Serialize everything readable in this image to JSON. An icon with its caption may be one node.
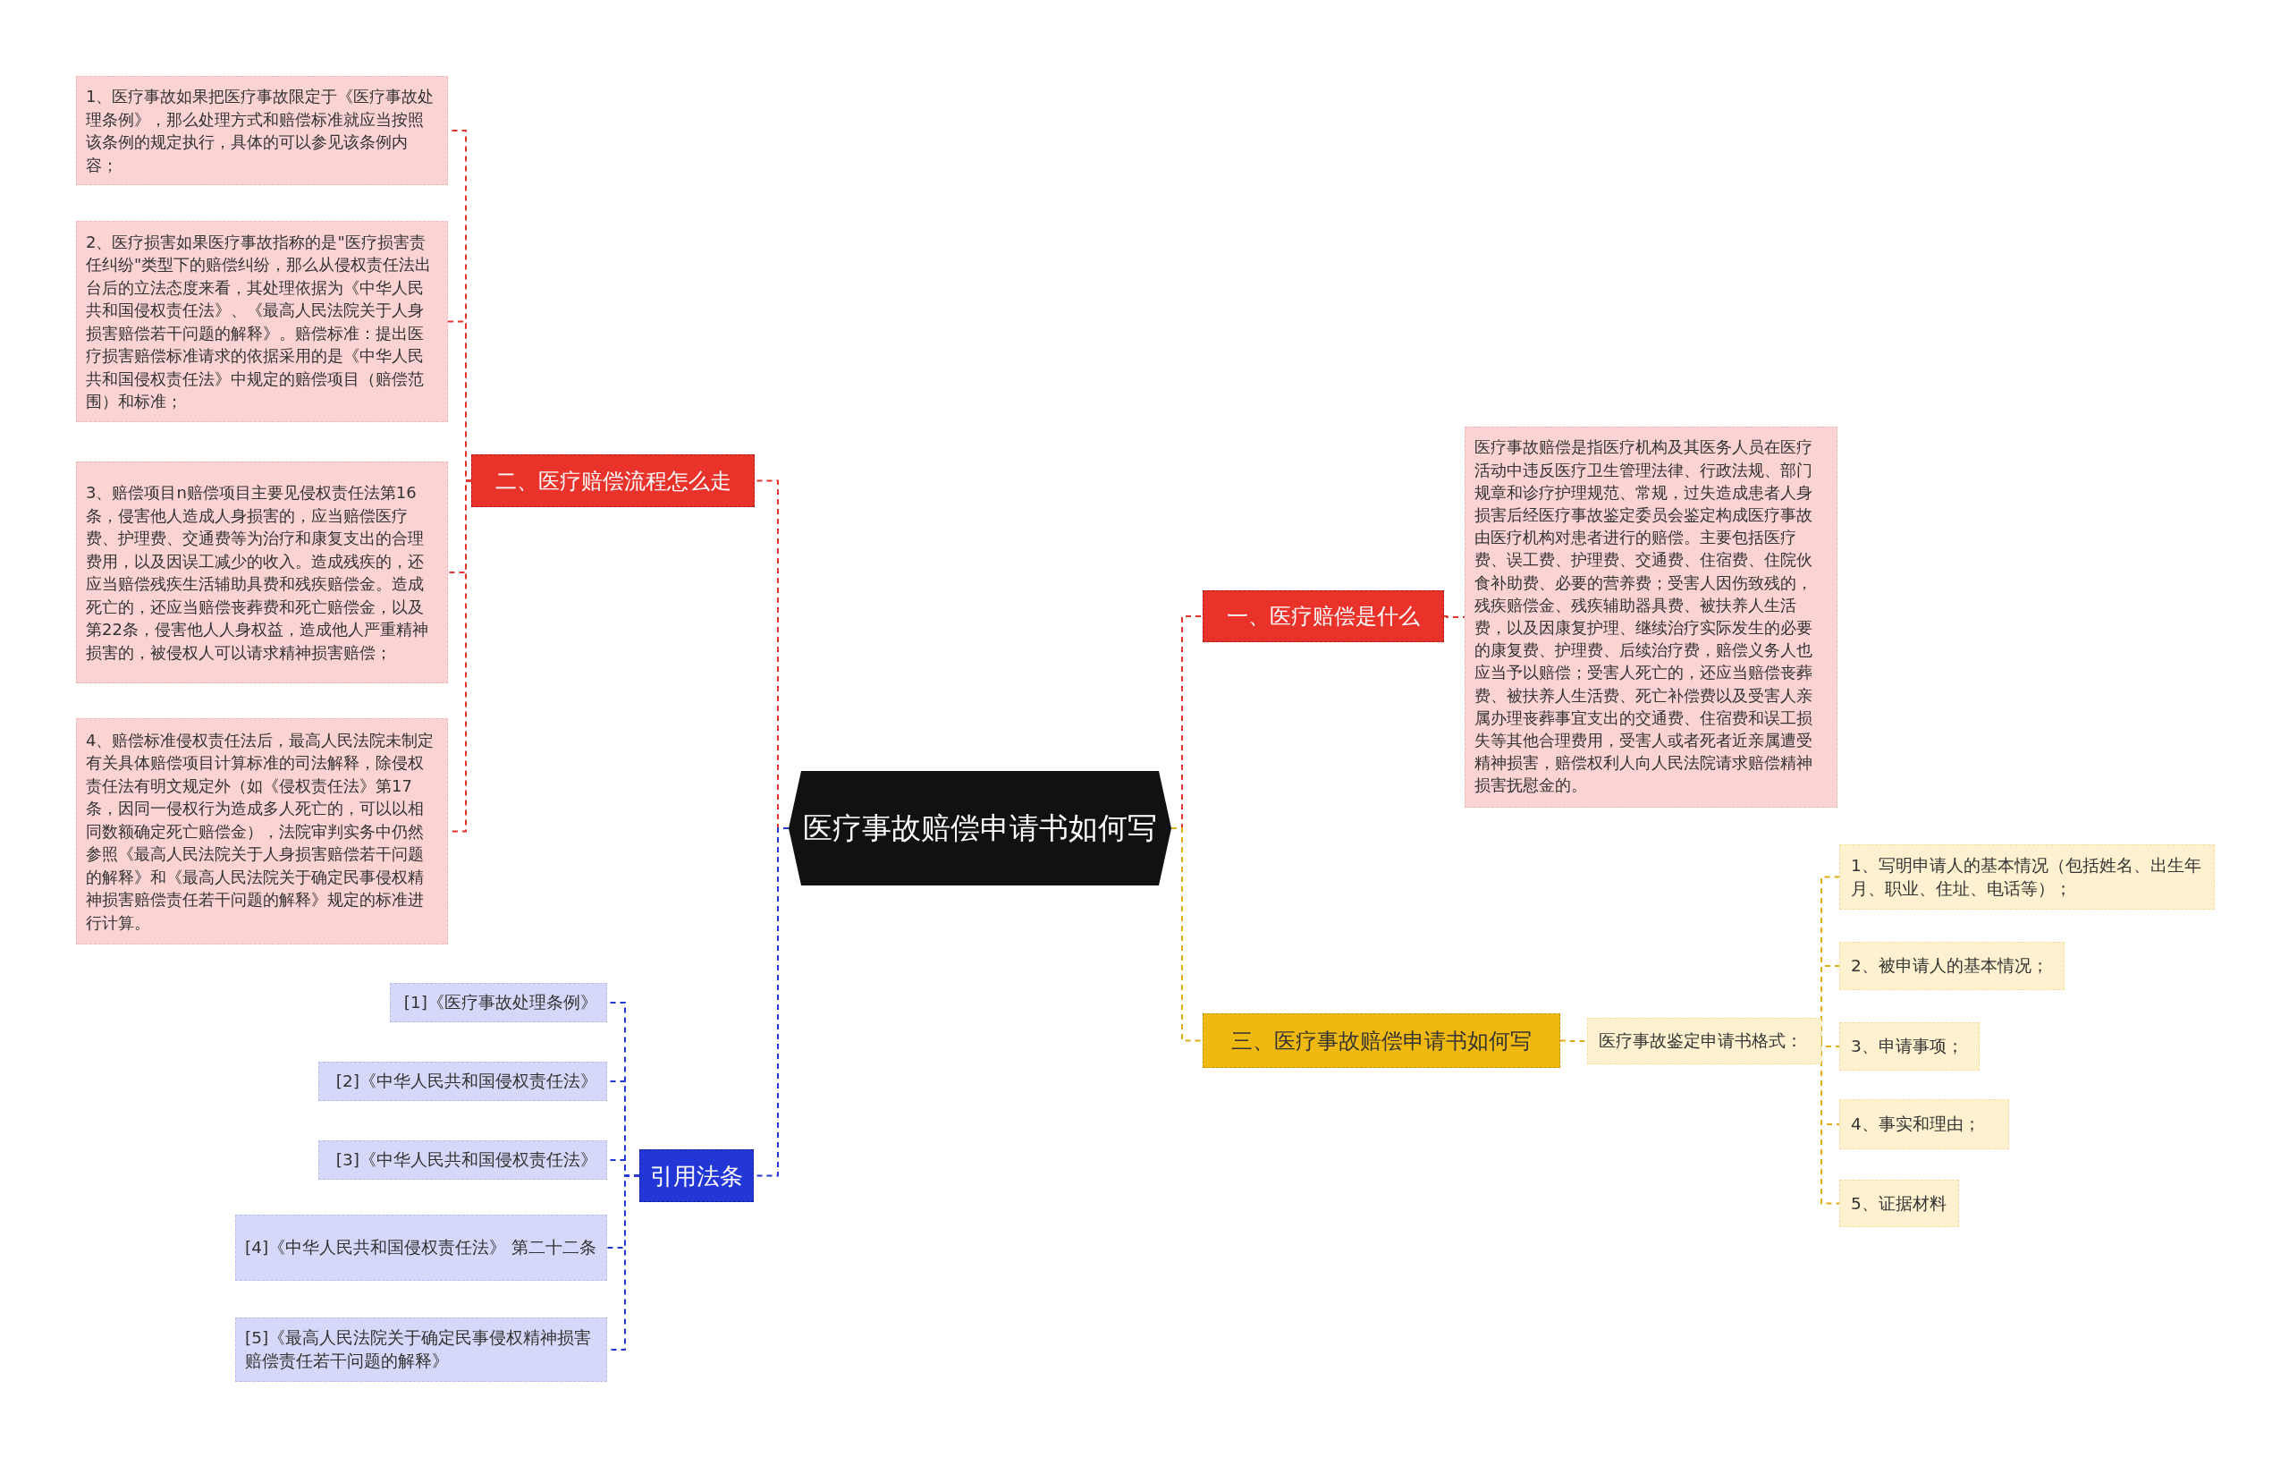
{
  "diagram": {
    "nodes": [
      {
        "text": [
          "医疗事故赔偿申请书如何写"
        ]
      },
      {
        "text": [
          "一、医疗赔偿是什么"
        ]
      },
      {
        "text": [
          "医疗事故赔偿是指医疗机构及其医务人员在医疗活动中违反医疗卫生管理法律、行政法规、部门规章和诊疗护理规范、常规，过失造成患者人身损害后经医疗事故鉴定委员会鉴定构成医疗事故由医疗机构对患者进行的赔偿。主要包括医疗费、误工费、护理费、交通费、住宿费、住院伙食补助费、必要的营养费；受害人因伤致残的，残疾赔偿金、残疾辅助器具费、被扶养人生活费，以及因康复护理、继续治疗实际发生的必要的康复费、护理费、后续治疗费，赔偿义务人也应当予以赔偿；受害人死亡的，还应当赔偿丧葬费、被扶养人生活费、死亡补偿费以及受害人亲属办理丧葬事宜支出的交通费、住宿费和误工损失等其他合理费用，受害人或者死者近亲属遭受精神损害，赔偿权利人向人民法院请求赔偿精神损害抚慰金的。"
        ]
      },
      {
        "text": [
          "二、医疗赔偿流程怎么走"
        ]
      },
      {
        "text": [
          "1、医疗事故如果把医疗事故限定于《医疗事故处理条例》，那么处理方式和赔偿标准就应当按照该条例的规定执行，具体的可以参见该条例内容；"
        ]
      },
      {
        "text": [
          "2、医疗损害如果医疗事故指称的是\"医疗损害责任纠纷\"类型下的赔偿纠纷，那么从侵权责任法出台后的立法态度来看，其处理依据为《中华人民共和国侵权责任法》、《最高人民法院关于人身损害赔偿若干问题的解释》。赔偿标准：提出医疗损害赔偿标准请求的依据采用的是《中华人民共和国侵权责任法》中规定的赔偿项目（赔偿范围）和标准；"
        ]
      },
      {
        "text": [
          "3、赔偿项目n赔偿项目主要见侵权责任法第16条，侵害他人造成人身损害的，应当赔偿医疗费、护理费、交通费等为治疗和康复支出的合理费用，以及因误工减少的收入。造成残疾的，还应当赔偿残疾生活辅助具费和残疾赔偿金。造成死亡的，还应当赔偿丧葬费和死亡赔偿金，以及第22条，侵害他人人身权益，造成他人严重精神损害的，被侵权人可以请求精神损害赔偿；"
        ]
      },
      {
        "text": [
          "4、赔偿标准侵权责任法后，最高人民法院未制定有关具体赔偿项目计算标准的司法解释，除侵权责任法有明文规定外（如《侵权责任法》第17条，因同一侵权行为造成多人死亡的，可以以相同数额确定死亡赔偿金），法院审判实务中仍然参照《最高人民法院关于人身损害赔偿若干问题的解释》和《最高人民法院关于确定民事侵权精神损害赔偿责任若干问题的解释》规定的标准进行计算。"
        ]
      },
      {
        "text": [
          "三、医疗事故赔偿申请书如何写"
        ]
      },
      {
        "text": [
          "医疗事故鉴定申请书格式："
        ]
      },
      {
        "text": [
          "1、写明申请人的基本情况（包括姓名、出生年月、职业、住址、电话等）；"
        ]
      },
      {
        "text": [
          "2、被申请人的基本情况；"
        ]
      },
      {
        "text": [
          "3、申请事项；"
        ]
      },
      {
        "text": [
          "4、事实和理由；"
        ]
      },
      {
        "text": [
          "5、证据材料"
        ]
      },
      {
        "text": [
          "引用法条"
        ]
      },
      {
        "text": [
          "[1]《医疗事故处理条例》"
        ]
      },
      {
        "text": [
          "[2]《中华人民共和国侵权责任法》"
        ]
      },
      {
        "text": [
          "[3]《中华人民共和国侵权责任法》"
        ]
      },
      {
        "text": [
          "[4]《中华人民共和国侵权责任法》 第二十二条"
        ]
      },
      {
        "text": [
          "[5]《最高人民法院关于确定民事侵权精神损害赔偿责任若干问题的解释》"
        ]
      }
    ],
    "edges": [
      {
        "from": 0,
        "to": 1,
        "arrow": "none",
        "color": "#e8322a"
      },
      {
        "from": 1,
        "to": 2,
        "arrow": "none",
        "color": "#e8322a"
      },
      {
        "from": 0,
        "to": 3,
        "arrow": "none",
        "color": "#e8322a"
      },
      {
        "from": 3,
        "to": 4,
        "arrow": "none",
        "color": "#e8322a"
      },
      {
        "from": 3,
        "to": 5,
        "arrow": "none",
        "color": "#e8322a"
      },
      {
        "from": 3,
        "to": 6,
        "arrow": "none",
        "color": "#e8322a"
      },
      {
        "from": 3,
        "to": 7,
        "arrow": "none",
        "color": "#e8322a"
      },
      {
        "from": 0,
        "to": 8,
        "arrow": "none",
        "color": "#e3ae14"
      },
      {
        "from": 8,
        "to": 9,
        "arrow": "none",
        "color": "#e3ae14"
      },
      {
        "from": 9,
        "to": 10,
        "arrow": "none",
        "color": "#e3ae14"
      },
      {
        "from": 9,
        "to": 11,
        "arrow": "none",
        "color": "#e3ae14"
      },
      {
        "from": 9,
        "to": 12,
        "arrow": "none",
        "color": "#e3ae14"
      },
      {
        "from": 9,
        "to": 13,
        "arrow": "none",
        "color": "#e3ae14"
      },
      {
        "from": 9,
        "to": 14,
        "arrow": "none",
        "color": "#e3ae14"
      },
      {
        "from": 0,
        "to": 15,
        "arrow": "none",
        "color": "#2337d6"
      },
      {
        "from": 15,
        "to": 16,
        "arrow": "none",
        "color": "#2337d6"
      },
      {
        "from": 15,
        "to": 17,
        "arrow": "none",
        "color": "#2337d6"
      },
      {
        "from": 15,
        "to": 18,
        "arrow": "none",
        "color": "#2337d6"
      },
      {
        "from": 15,
        "to": 19,
        "arrow": "none",
        "color": "#2337d6"
      },
      {
        "from": 15,
        "to": 20,
        "arrow": "none",
        "color": "#2337d6"
      }
    ]
  }
}
